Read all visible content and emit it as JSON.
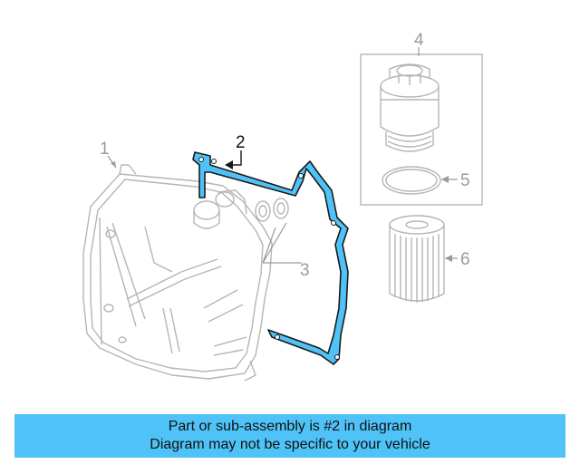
{
  "diagram": {
    "callouts": [
      {
        "number": "1",
        "highlighted": false
      },
      {
        "number": "2",
        "highlighted": true
      },
      {
        "number": "3",
        "highlighted": false
      },
      {
        "number": "4",
        "highlighted": false
      },
      {
        "number": "5",
        "highlighted": false
      },
      {
        "number": "6",
        "highlighted": false
      }
    ],
    "highlight_color": "#4fc3f7",
    "line_color": "#9a9a9a"
  },
  "caption": {
    "line1": "Part or sub-assembly is #2 in diagram",
    "line2": "Diagram may not be specific to your vehicle",
    "background": "#4fc3f7"
  }
}
